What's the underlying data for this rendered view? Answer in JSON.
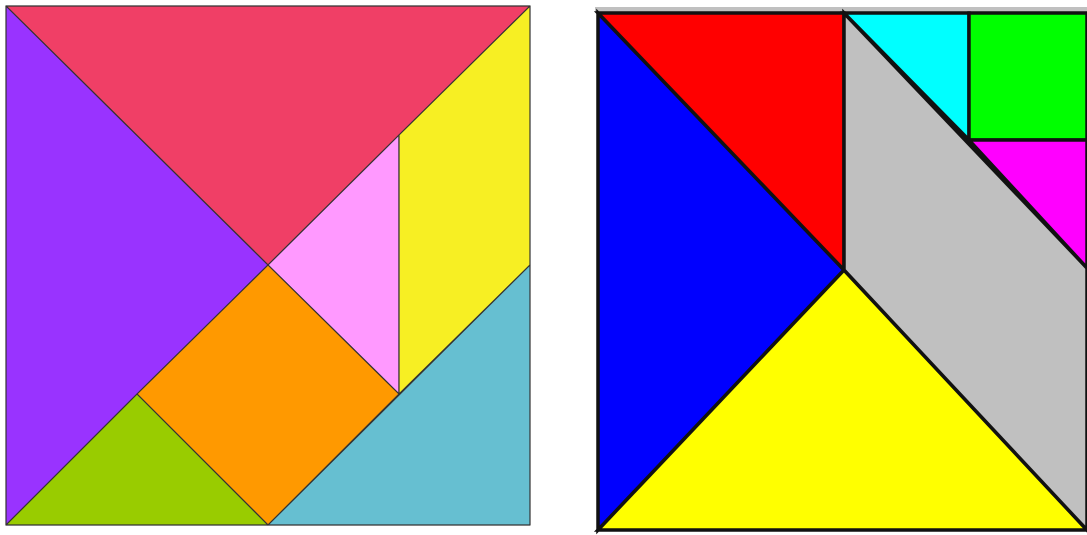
{
  "puzzles": [
    {
      "id": "tangram-left",
      "pieces": [
        {
          "name": "large-triangle-top",
          "color": "#f03f66"
        },
        {
          "name": "large-triangle-left",
          "color": "#9933ff"
        },
        {
          "name": "small-triangle-pink",
          "color": "#ff99ff"
        },
        {
          "name": "parallelogram-yellow",
          "color": "#f7ef23"
        },
        {
          "name": "square-orange",
          "color": "#ff9900"
        },
        {
          "name": "small-triangle-green",
          "color": "#99cc00"
        },
        {
          "name": "medium-triangle-blue",
          "color": "#66bfd1"
        }
      ]
    },
    {
      "id": "tangram-right",
      "pieces": [
        {
          "name": "red-triangle",
          "color": "#ff0000"
        },
        {
          "name": "blue-triangle",
          "color": "#0000ff"
        },
        {
          "name": "cyan-triangle",
          "color": "#00ffff"
        },
        {
          "name": "green-square",
          "color": "#00ff00"
        },
        {
          "name": "magenta-triangle",
          "color": "#ff00ff"
        },
        {
          "name": "gray-parallelogram",
          "color": "#c0c0c0"
        },
        {
          "name": "yellow-triangle",
          "color": "#ffff00"
        }
      ]
    }
  ]
}
